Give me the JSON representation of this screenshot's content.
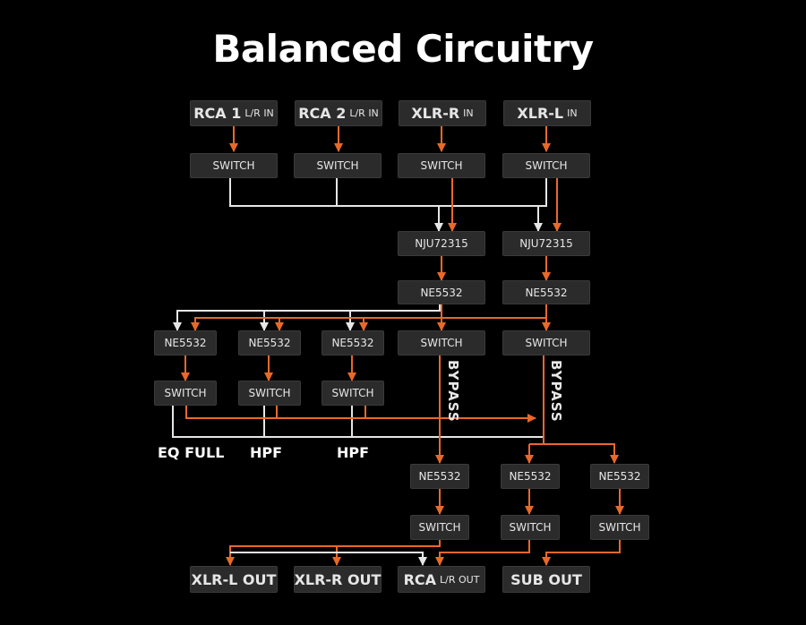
{
  "title": "Balanced Circuitry",
  "colors": {
    "signal_orange": "#e8692a",
    "signal_white": "#e6e6e6",
    "box_fill": "#2b2b2b"
  },
  "inputs": [
    {
      "main": "RCA 1",
      "sub": "L/R IN"
    },
    {
      "main": "RCA 2",
      "sub": "L/R IN"
    },
    {
      "main": "XLR-R",
      "sub": "IN"
    },
    {
      "main": "XLR-L",
      "sub": "IN"
    }
  ],
  "blocks": {
    "switch": "SWITCH",
    "nju": "NJU72315",
    "ne": "NE5532"
  },
  "bypass_label": "BYPASS",
  "filter_labels": [
    "EQ FULL",
    "HPF",
    "HPF"
  ],
  "outputs": [
    {
      "main": "XLR-L OUT",
      "sub": ""
    },
    {
      "main": "XLR-R OUT",
      "sub": ""
    },
    {
      "main": "RCA",
      "sub": "L/R OUT"
    },
    {
      "main": "SUB OUT",
      "sub": ""
    }
  ]
}
